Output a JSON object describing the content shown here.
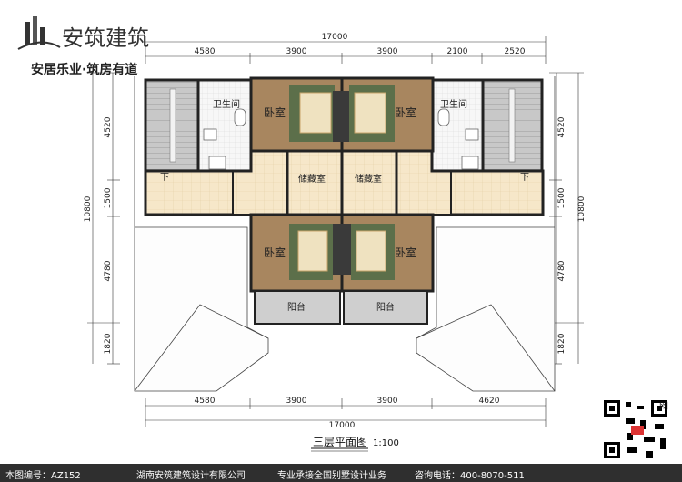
{
  "brand": {
    "name": "安筑建筑",
    "slogan": "安居乐业·筑房有道"
  },
  "plan": {
    "title": "三层平面图",
    "scale": "1:100",
    "top_total": "17000",
    "top_dims": [
      "4580",
      "3900",
      "3900",
      "2100",
      "2520"
    ],
    "bottom_total": "17000",
    "bottom_dims": [
      "4580",
      "3900",
      "3900",
      "4620"
    ],
    "left_dims": [
      "4520",
      "1500",
      "4780",
      "1820"
    ],
    "left_total": "10800",
    "right_dims": [
      "4520",
      "1500",
      "4780",
      "1820"
    ],
    "right_total": "10800",
    "rooms": {
      "bathroom": "卫生间",
      "bedroom": "卧室",
      "storage": "储藏室",
      "balcony": "阳台",
      "down": "下"
    }
  },
  "footer": {
    "drawing_no": "本图编号：AZ152",
    "company": "湖南安筑建筑设计有限公司",
    "service": "专业承接全国别墅设计业务",
    "phone": "咨询电话：400-8070-511"
  },
  "corner_label": "网",
  "colors": {
    "floor_beige": "#f5e6c8",
    "bedroom_brown": "#a8865f",
    "stair_gray": "#c4c4c4",
    "balcony_gray": "#c9c9c9",
    "bath_white": "#f4f4f4",
    "wall": "#1a1a1a",
    "footer_bg": "#2f2f2f"
  }
}
